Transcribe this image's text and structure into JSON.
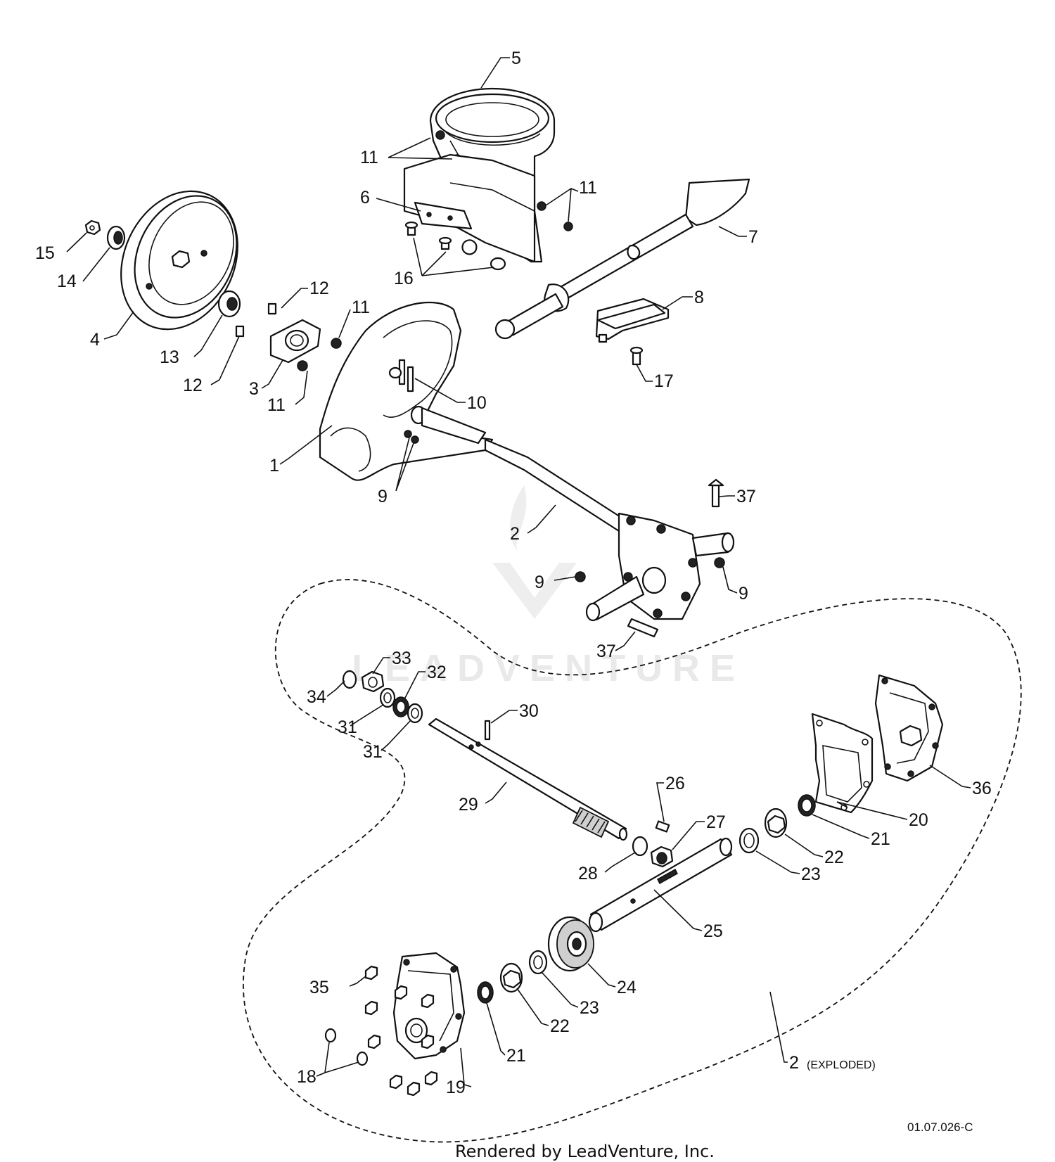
{
  "diagram": {
    "callouts": [
      {
        "id": "c5",
        "text": "5"
      },
      {
        "id": "c11a",
        "text": "11"
      },
      {
        "id": "c11b",
        "text": "11"
      },
      {
        "id": "c6",
        "text": "6"
      },
      {
        "id": "c7",
        "text": "7"
      },
      {
        "id": "c15",
        "text": "15"
      },
      {
        "id": "c14",
        "text": "14"
      },
      {
        "id": "c16",
        "text": "16"
      },
      {
        "id": "c12a",
        "text": "12"
      },
      {
        "id": "c11c",
        "text": "11"
      },
      {
        "id": "c8",
        "text": "8"
      },
      {
        "id": "c4",
        "text": "4"
      },
      {
        "id": "c13",
        "text": "13"
      },
      {
        "id": "c12b",
        "text": "12"
      },
      {
        "id": "c3",
        "text": "3"
      },
      {
        "id": "c11d",
        "text": "11"
      },
      {
        "id": "c10",
        "text": "10"
      },
      {
        "id": "c17",
        "text": "17"
      },
      {
        "id": "c1",
        "text": "1"
      },
      {
        "id": "c9a",
        "text": "9"
      },
      {
        "id": "c37a",
        "text": "37"
      },
      {
        "id": "c2a",
        "text": "2"
      },
      {
        "id": "c9b",
        "text": "9"
      },
      {
        "id": "c9c",
        "text": "9"
      },
      {
        "id": "c37b",
        "text": "37"
      },
      {
        "id": "c33",
        "text": "33"
      },
      {
        "id": "c32",
        "text": "32"
      },
      {
        "id": "c34",
        "text": "34"
      },
      {
        "id": "c31a",
        "text": "31"
      },
      {
        "id": "c31b",
        "text": "31"
      },
      {
        "id": "c30",
        "text": "30"
      },
      {
        "id": "c26",
        "text": "26"
      },
      {
        "id": "c36",
        "text": "36"
      },
      {
        "id": "c29",
        "text": "29"
      },
      {
        "id": "c27",
        "text": "27"
      },
      {
        "id": "c20",
        "text": "20"
      },
      {
        "id": "c21a",
        "text": "21"
      },
      {
        "id": "c22a",
        "text": "22"
      },
      {
        "id": "c28",
        "text": "28"
      },
      {
        "id": "c23a",
        "text": "23"
      },
      {
        "id": "c25",
        "text": "25"
      },
      {
        "id": "c24",
        "text": "24"
      },
      {
        "id": "c23b",
        "text": "23"
      },
      {
        "id": "c35",
        "text": "35"
      },
      {
        "id": "c22b",
        "text": "22"
      },
      {
        "id": "c21b",
        "text": "21"
      },
      {
        "id": "c18",
        "text": "18"
      },
      {
        "id": "c19",
        "text": "19"
      },
      {
        "id": "c2b",
        "text": "2"
      }
    ],
    "exploded_note": "(EXPLODED)",
    "drawing_code": "01.07.026-C",
    "credit": "Rendered by LeadVenture, Inc.",
    "watermark": "LEADVENTURE"
  }
}
